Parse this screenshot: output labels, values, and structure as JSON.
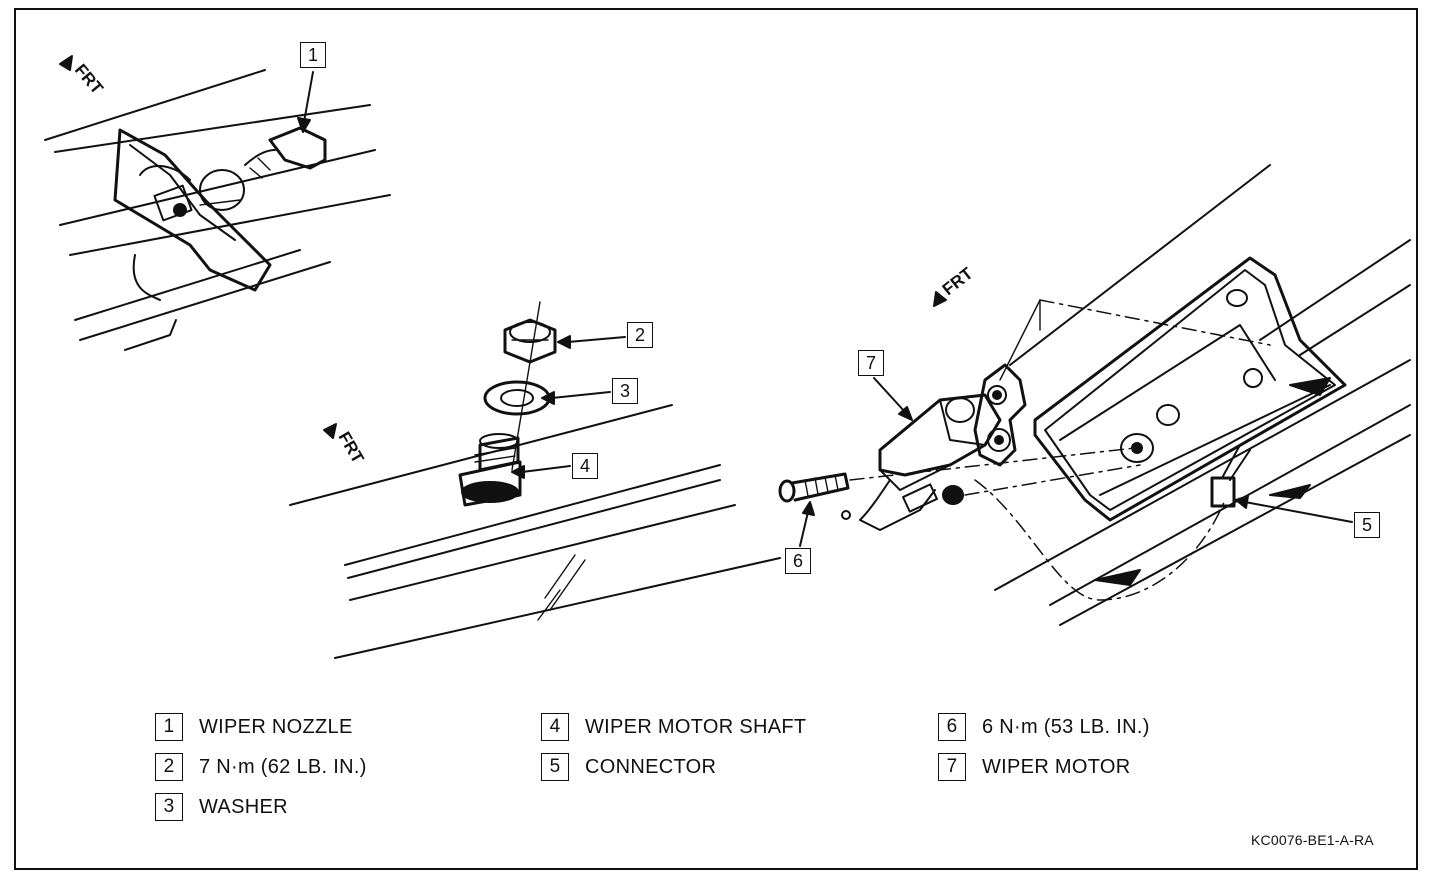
{
  "orientation_label": "FRT",
  "callouts": [
    "1",
    "2",
    "3",
    "4",
    "5",
    "6",
    "7"
  ],
  "legend": [
    {
      "num": "1",
      "label": "WIPER NOZZLE"
    },
    {
      "num": "2",
      "label": "7 N·m (62 LB. IN.)"
    },
    {
      "num": "3",
      "label": "WASHER"
    },
    {
      "num": "4",
      "label": "WIPER MOTOR SHAFT"
    },
    {
      "num": "5",
      "label": "CONNECTOR"
    },
    {
      "num": "6",
      "label": "6 N·m (53 LB. IN.)"
    },
    {
      "num": "7",
      "label": "WIPER MOTOR"
    }
  ],
  "reference_code": "KC0076-BE1-A-RA"
}
